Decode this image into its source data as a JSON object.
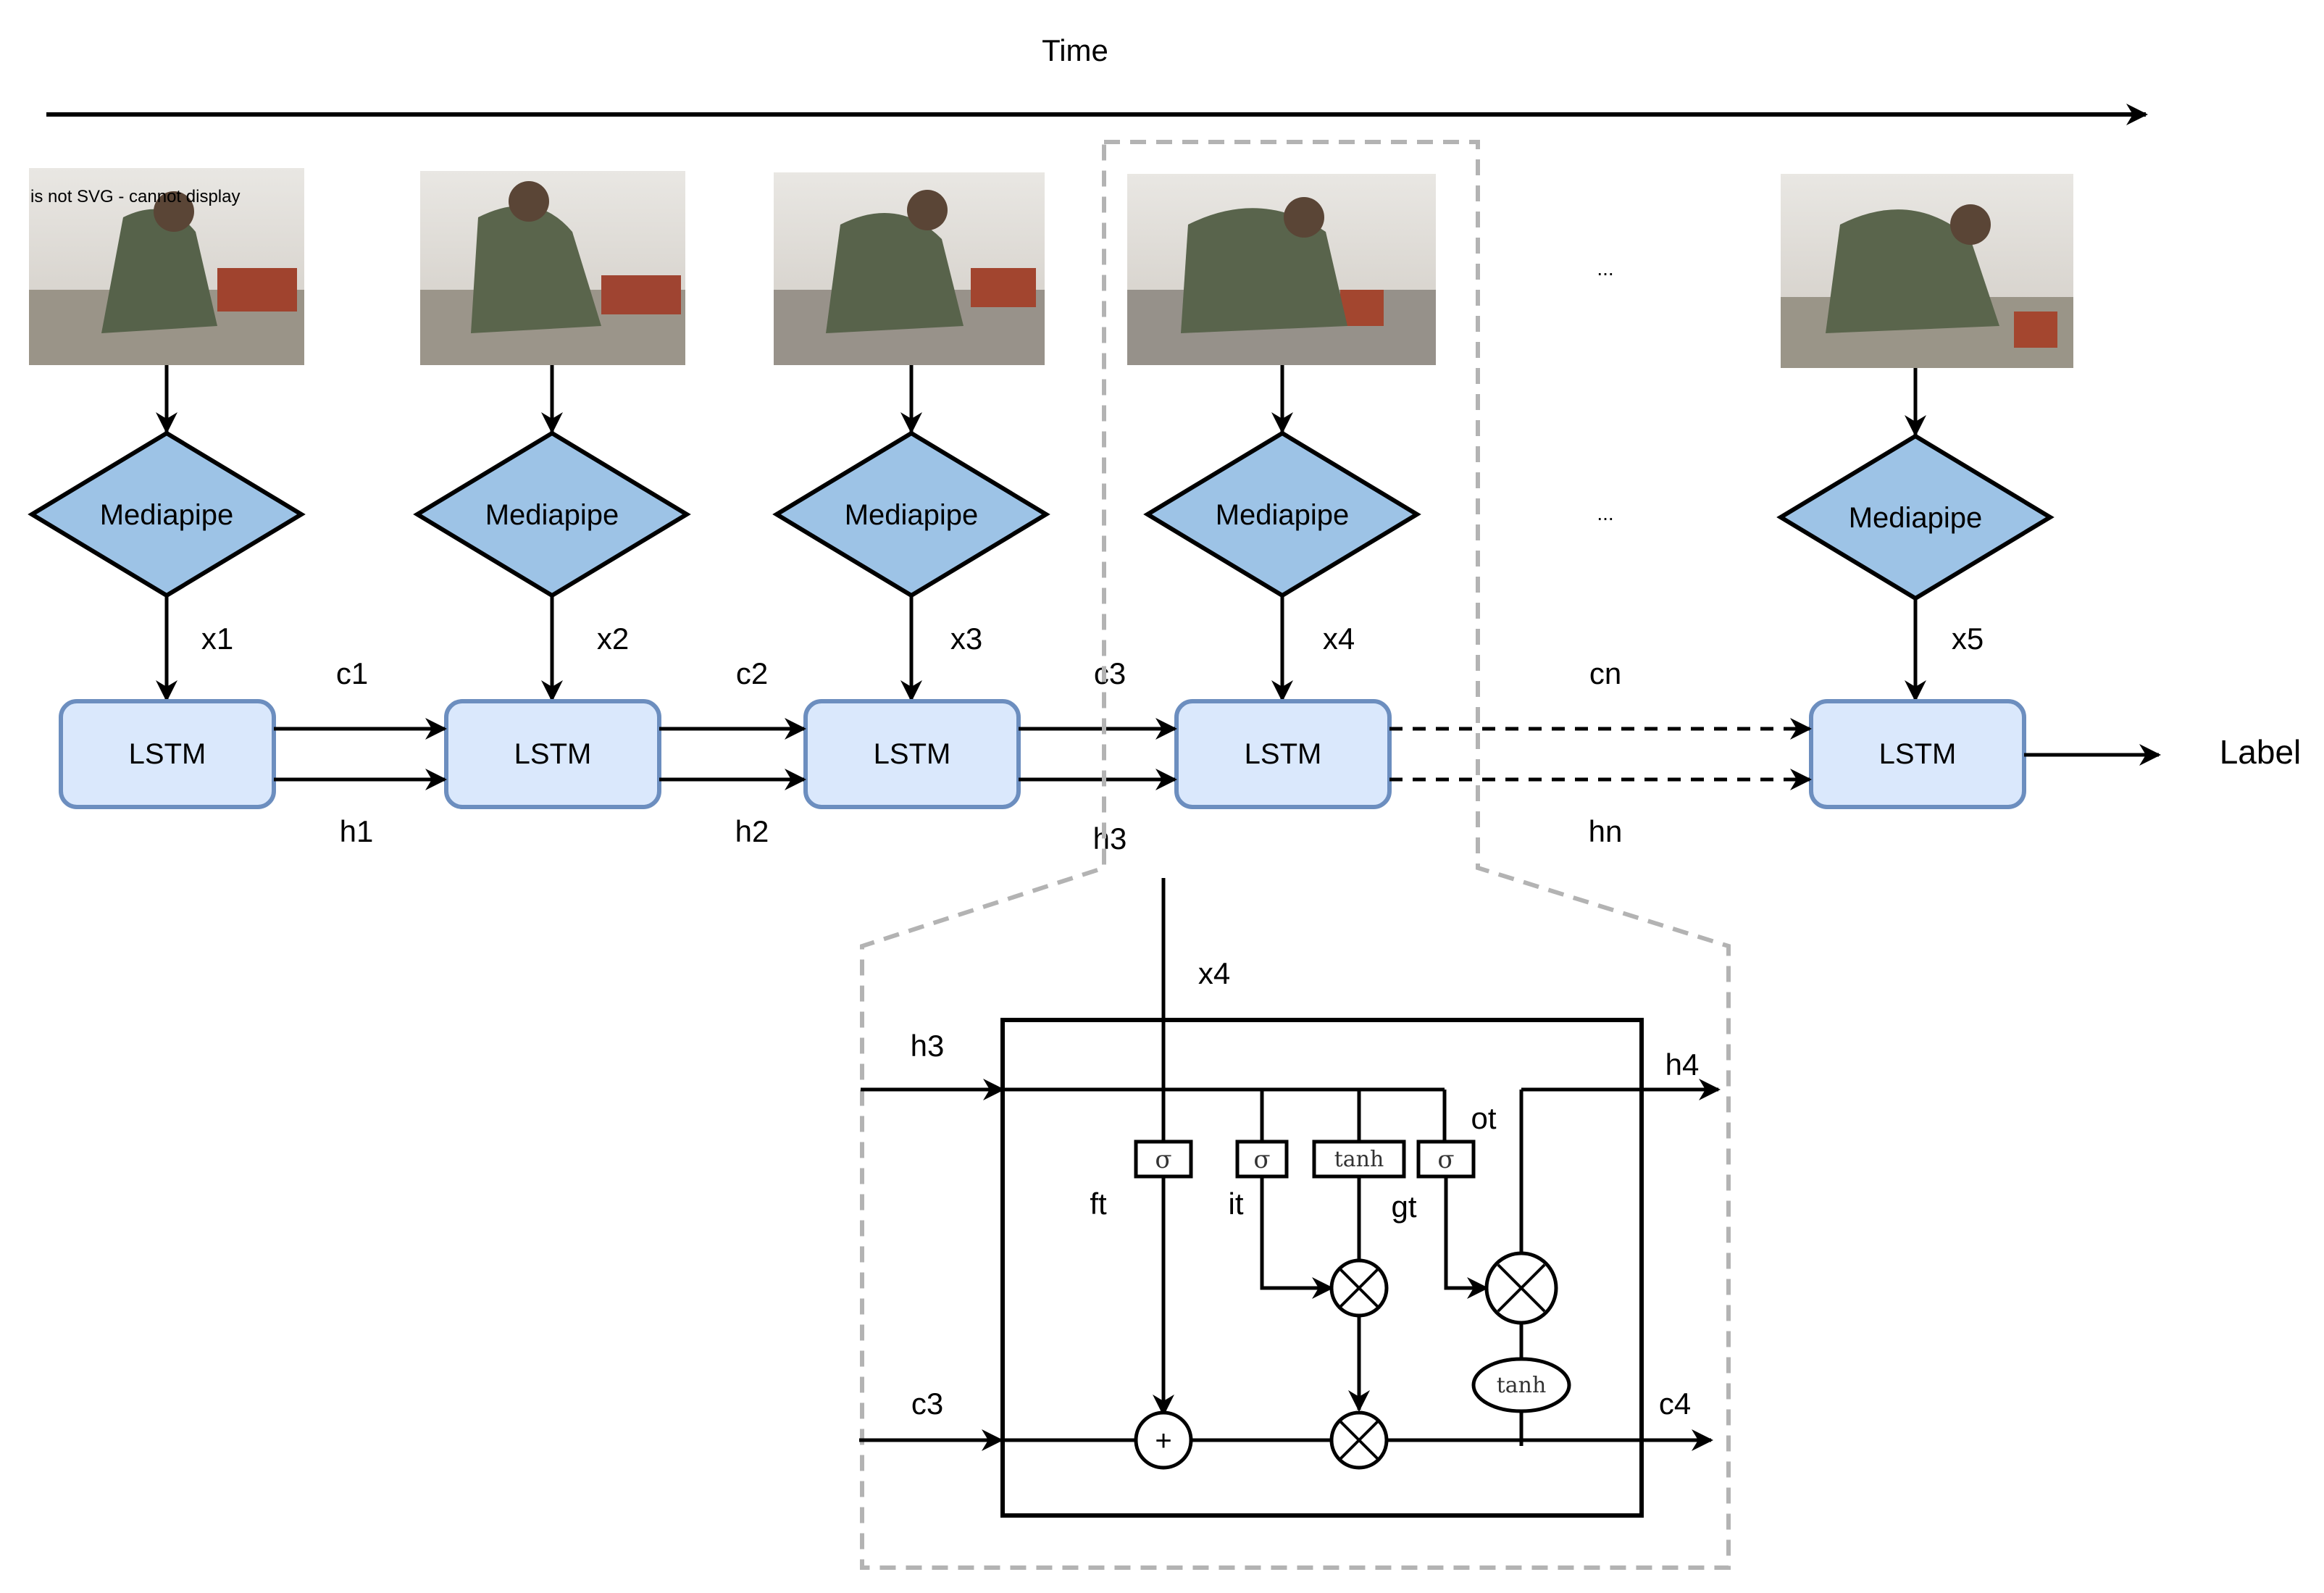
{
  "time_label": "Time",
  "image_error_text": "is not SVG - cannot display",
  "ellipsis": "...",
  "frames": [
    {
      "mediapipe": "Mediapipe",
      "x": "x1",
      "lstm": "LSTM"
    },
    {
      "mediapipe": "Mediapipe",
      "x": "x2",
      "lstm": "LSTM"
    },
    {
      "mediapipe": "Mediapipe",
      "x": "x3",
      "lstm": "LSTM"
    },
    {
      "mediapipe": "Mediapipe",
      "x": "x4",
      "lstm": "LSTM"
    },
    {
      "mediapipe": "Mediapipe",
      "x": "x5",
      "lstm": "LSTM"
    }
  ],
  "links": [
    {
      "c": "c1",
      "h": "h1"
    },
    {
      "c": "c2",
      "h": "h2"
    },
    {
      "c": "c3",
      "h": "h3"
    },
    {
      "c": "cn",
      "h": "hn"
    }
  ],
  "output_label": "Label",
  "cell": {
    "x_in": "x4",
    "h_in": "h3",
    "c_in": "c3",
    "h_out": "h4",
    "c_out": "c4",
    "gate_f": "ft",
    "gate_i": "it",
    "gate_g": "gt",
    "gate_o": "ot",
    "sigma": "σ",
    "tanh": "tanh",
    "plus": "+"
  },
  "colors": {
    "diamond_fill": "#9dc3e6",
    "lstm_fill": "#dae8fc",
    "lstm_stroke": "#6c8ebf",
    "dashed": "#b3b3b3"
  }
}
